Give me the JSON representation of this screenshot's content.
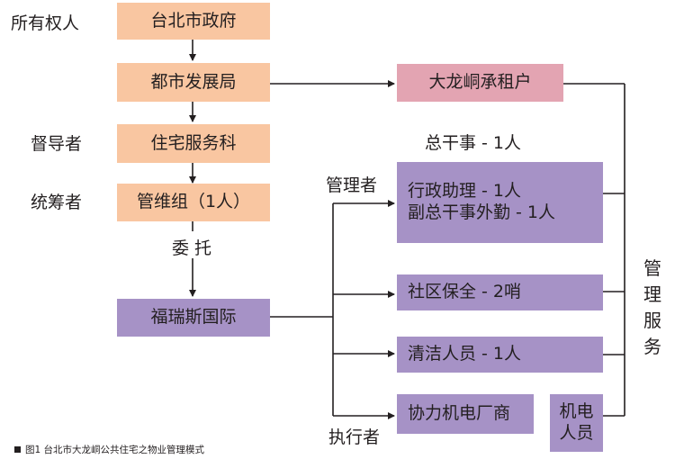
{
  "roles": {
    "owner": "所有权人",
    "supervisor": "督导者",
    "coordinator": "统筹者",
    "manager": "管理者",
    "executor": "执行者",
    "entrust": "委 托"
  },
  "nodes": {
    "taipei_gov": "台北市政府",
    "urban_dev": "都市发展局",
    "housing_section": "住宅服务科",
    "mgmt_group": "管维组（1人）",
    "firm": "福瑞斯国际",
    "tenants": "大龙峒承租户",
    "general_affairs": "总干事 - 1人",
    "admin_assist_1": "行政助理 - 1人",
    "admin_assist_2": "副总干事外勤 - 1人",
    "security": "社区保全 - 2哨",
    "cleaning": "清洁人员 - 1人",
    "contractor": "协力机电厂商",
    "mep_1": "机电",
    "mep_2": "人员"
  },
  "side_label": [
    "管",
    "理",
    "服",
    "务"
  ],
  "caption": {
    "text": "图1  台北市大龙峒公共住宅之物业管理模式"
  },
  "colors": {
    "peach": "#f9c6a1",
    "pink": "#e3a4b2",
    "purple": "#a692c6",
    "line": "#231f20"
  }
}
